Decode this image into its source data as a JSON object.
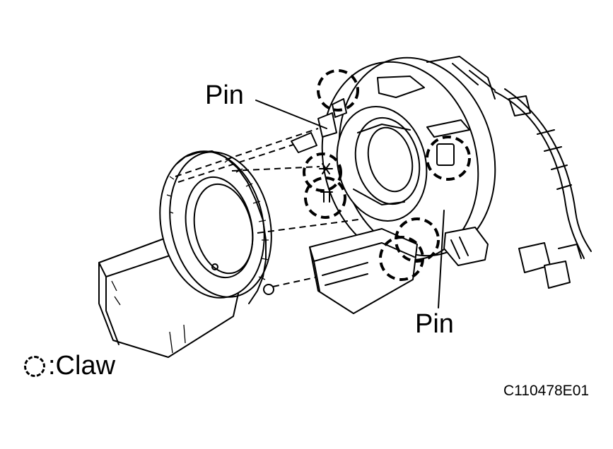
{
  "labels": {
    "pin_top": "Pin",
    "pin_bottom": "Pin",
    "claw_legend": ":Claw",
    "figure_id": "C110478E01"
  },
  "colors": {
    "line": "#000000",
    "background": "#ffffff"
  }
}
